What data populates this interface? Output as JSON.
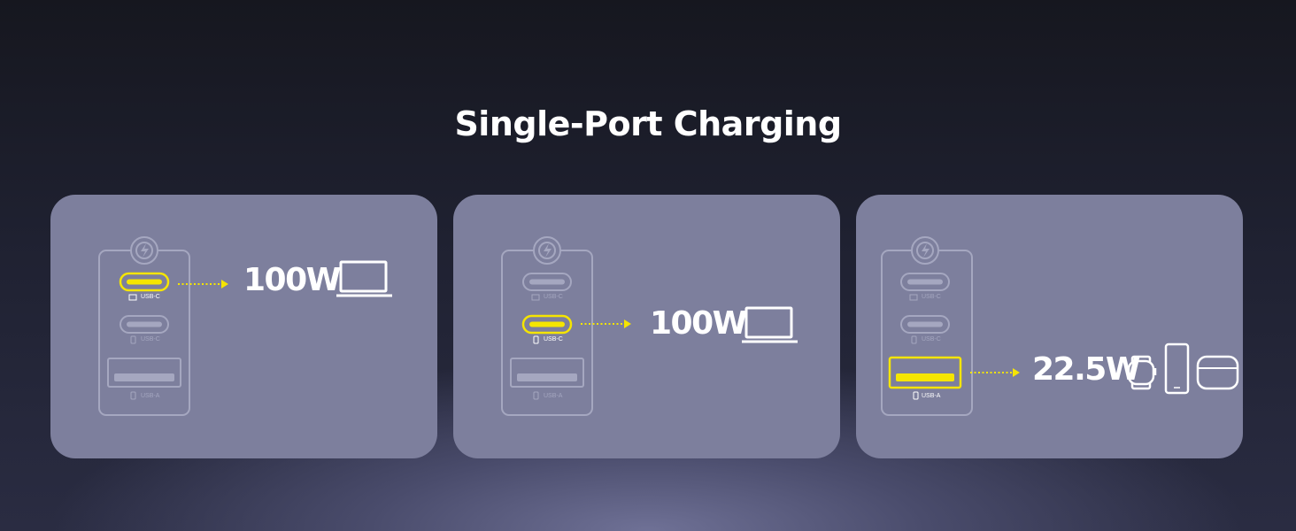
{
  "title": "Single-Port Charging",
  "colors": {
    "highlight": "#f5e500",
    "card": "#7d7f9d",
    "outline": "#a5a7c0"
  },
  "cards": [
    {
      "active_port": "USB-C",
      "ports": [
        "USB-C",
        "USB-C",
        "USB-A"
      ],
      "wattage": "100W",
      "device_icons": [
        "laptop-icon"
      ]
    },
    {
      "active_port": "USB-C",
      "ports": [
        "USB-C",
        "USB-C",
        "USB-A"
      ],
      "wattage": "100W",
      "device_icons": [
        "laptop-icon"
      ]
    },
    {
      "active_port": "USB-A",
      "ports": [
        "USB-C",
        "USB-C",
        "USB-A"
      ],
      "wattage": "22.5W",
      "device_icons": [
        "smartwatch-icon",
        "phone-icon",
        "earbuds-case-icon"
      ]
    }
  ]
}
